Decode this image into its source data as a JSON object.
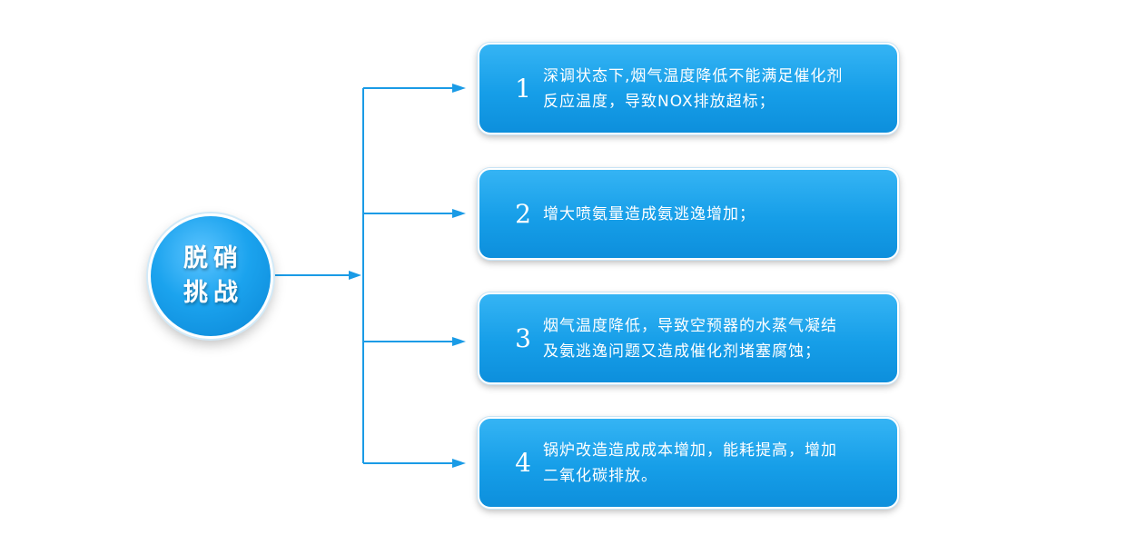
{
  "hub": {
    "line1": "脱硝",
    "line2": "挑战"
  },
  "colors": {
    "accent": "#1ba3ee",
    "connector": "#1a9be6",
    "text": "#ffffff"
  },
  "items": [
    {
      "num": "1",
      "text": "深调状态下,烟气温度降低不能满足催化剂\n反应温度，导致NOX排放超标；"
    },
    {
      "num": "2",
      "text": "增大喷氨量造成氨逃逸增加；"
    },
    {
      "num": "3",
      "text": "烟气温度降低，导致空预器的水蒸气凝结\n及氨逃逸问题又造成催化剂堵塞腐蚀；"
    },
    {
      "num": "4",
      "text": "锅炉改造造成成本增加，能耗提高，增加\n二氧化碳排放。"
    }
  ]
}
